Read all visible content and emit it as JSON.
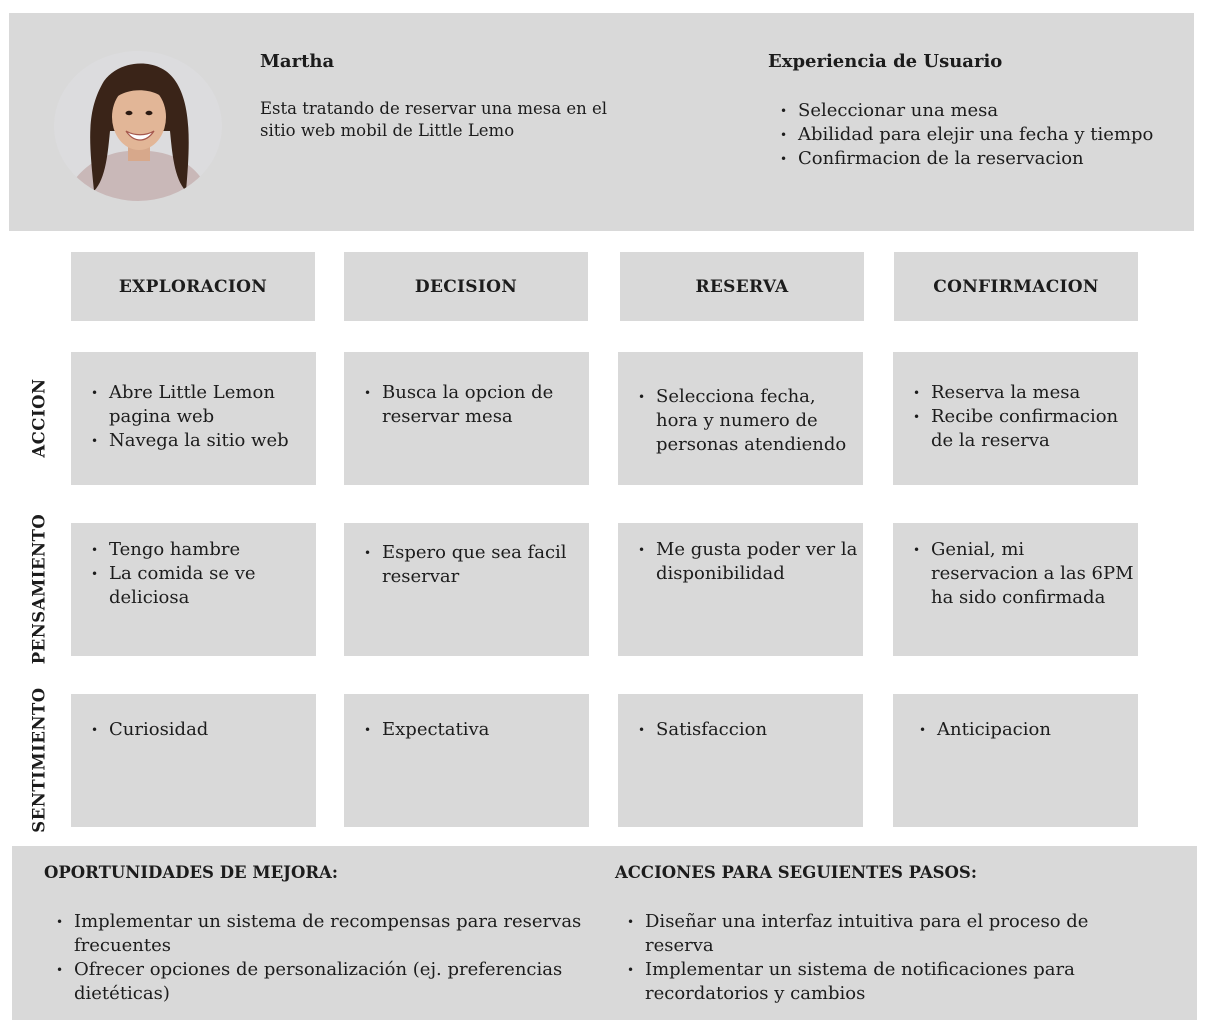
{
  "persona": {
    "name": "Martha",
    "description": "Esta tratando de reservar una mesa en el sitio web mobil de Little Lemo",
    "ux_title": "Experiencia de Usuario",
    "ux_items": [
      "Seleccionar una mesa",
      "Abilidad para elejir una fecha y tiempo",
      "Confirmacion de la reservacion"
    ]
  },
  "stages": [
    "EXPLORACION",
    "DECISION",
    "RESERVA",
    "CONFIRMACION"
  ],
  "rows": {
    "accion": {
      "label": "ACCION",
      "cells": [
        [
          "Abre Little Lemon pagina web",
          "Navega la sitio web"
        ],
        [
          "Busca la opcion de reservar mesa"
        ],
        [
          "Selecciona fecha, hora y numero de personas atendiendo"
        ],
        [
          "Reserva la mesa",
          "Recibe confirmacion de la reserva"
        ]
      ]
    },
    "pensamiento": {
      "label": "PENSAMIENTO",
      "cells": [
        [
          "Tengo hambre",
          "La comida se ve deliciosa"
        ],
        [
          "Espero que sea facil reservar"
        ],
        [
          "Me gusta poder ver la disponibilidad"
        ],
        [
          "Genial, mi reservacion a las 6PM ha sido confirmada"
        ]
      ]
    },
    "sentimiento": {
      "label": "SENTIMIENTO",
      "cells": [
        [
          "Curiosidad"
        ],
        [
          "Expectativa"
        ],
        [
          "Satisfaccion"
        ],
        [
          "Anticipacion"
        ]
      ]
    }
  },
  "bottom": {
    "opportunities_title": "OPORTUNIDADES DE MEJORA:",
    "opportunities": [
      "Implementar un sistema de recompensas para reservas frecuentes",
      "Ofrecer opciones de personalización (ej. preferencias dietéticas)"
    ],
    "actions_title": "ACCIONES PARA SEGUIENTES PASOS:",
    "actions": [
      "Diseñar una interfaz intuitiva para el proceso de reserva",
      "Implementar un sistema de notificaciones para recordatorios y cambios"
    ]
  }
}
